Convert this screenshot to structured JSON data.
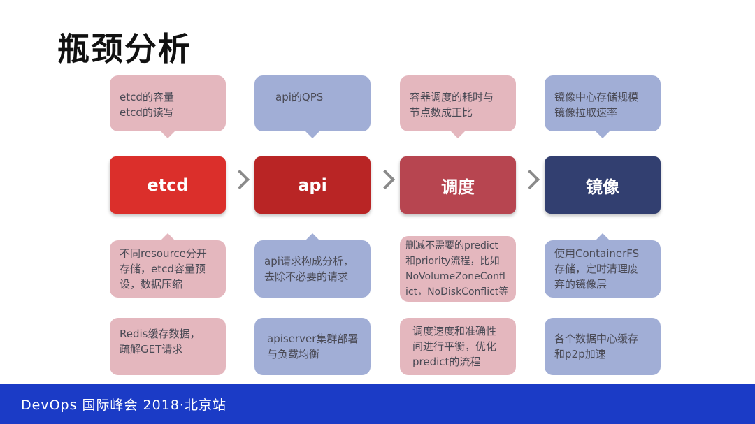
{
  "title": "瓶颈分析",
  "columns": [
    {
      "stage": "etcd",
      "stage_color": "#db2f2b",
      "top": [
        "etcd的容量",
        "etcd的读写"
      ],
      "mid": [
        "不同resource分开",
        "存储，etcd容量预",
        "设，数据压缩"
      ],
      "bot": [
        "Redis缓存数据，",
        "疏解GET请求"
      ]
    },
    {
      "stage": "api",
      "stage_color": "#b92525",
      "top": [
        "api的QPS"
      ],
      "mid": [
        "api请求构成分析，",
        "去除不必要的请求"
      ],
      "bot": [
        "apiserver集群部署",
        "与负载均衡"
      ]
    },
    {
      "stage": "调度",
      "stage_color": "#b74550",
      "top": [
        "容器调度的耗时与",
        "节点数成正比"
      ],
      "mid": [
        "删减不需要的predict",
        "和priority流程，比如",
        "NoVolumeZoneConfl",
        "ict，NoDiskConflict等"
      ],
      "bot": [
        "调度速度和准确性",
        "间进行平衡，优化",
        "predict的流程"
      ]
    },
    {
      "stage": "镜像",
      "stage_color": "#323f70",
      "top": [
        "镜像中心存储规模",
        "镜像拉取速率"
      ],
      "mid": [
        "使用ContainerFS",
        "存储，定时清理废",
        "弃的镜像层"
      ],
      "bot": [
        "各个数据中心缓存",
        "和p2p加速"
      ]
    }
  ],
  "footer": "DevOps 国际峰会 2018·北京站"
}
